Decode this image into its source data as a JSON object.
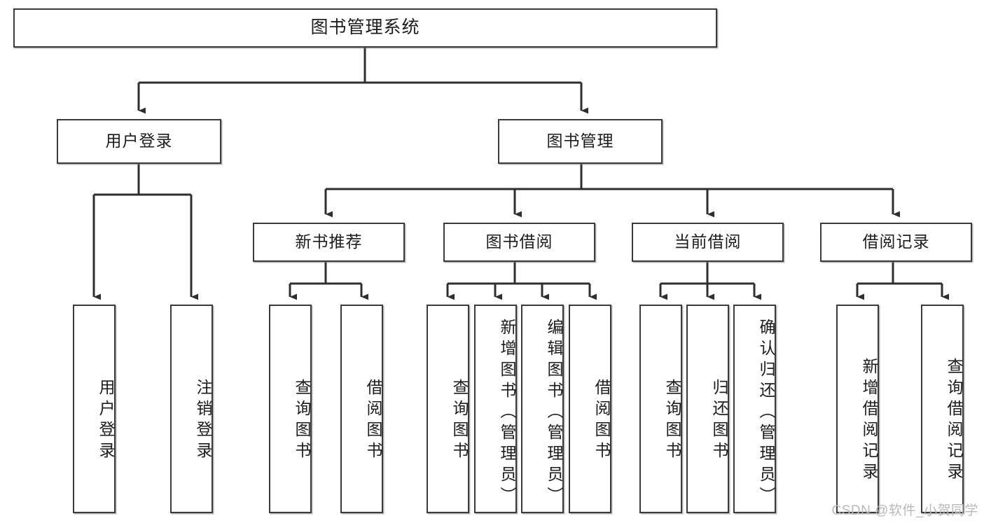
{
  "diagram": {
    "title": "图书管理系统",
    "type": "tree",
    "watermark": "CSDN @软件_小贺同学",
    "colors": {
      "box_border": "#3a3a3a",
      "box_fill": "#ffffff",
      "connector": "#2f2f2f",
      "text": "#1c1c1c",
      "watermark": "#b9b9b9",
      "background": "#ffffff"
    },
    "root": {
      "label": "图书管理系统"
    },
    "level2": [
      {
        "label": "用户登录"
      },
      {
        "label": "图书管理"
      }
    ],
    "level3": [
      {
        "label": "新书推荐"
      },
      {
        "label": "图书借阅"
      },
      {
        "label": "当前借阅"
      },
      {
        "label": "借阅记录"
      }
    ],
    "leaves": {
      "user_login": [
        {
          "label": "用户登录"
        },
        {
          "label": "注销登录"
        }
      ],
      "new_book_recommend": [
        {
          "label": "查询图书"
        },
        {
          "label": "借阅图书"
        }
      ],
      "book_borrow": [
        {
          "label": "查询图书"
        },
        {
          "label": "新增图书（管理员）"
        },
        {
          "label": "编辑图书（管理员）"
        },
        {
          "label": "借阅图书"
        }
      ],
      "current_borrow": [
        {
          "label": "查询图书"
        },
        {
          "label": "归还图书"
        },
        {
          "label": "确认归还（管理员）"
        }
      ],
      "borrow_record": [
        {
          "label": "新增借阅记录"
        },
        {
          "label": "查询借阅记录"
        }
      ]
    }
  }
}
